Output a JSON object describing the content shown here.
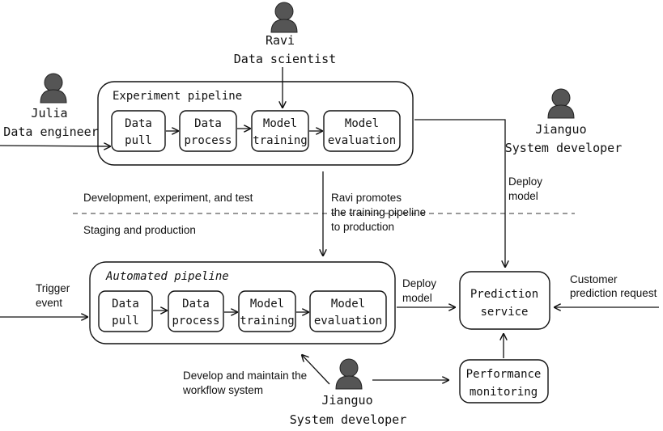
{
  "people": {
    "top": {
      "name": "Ravi",
      "role": "Data scientist"
    },
    "left": {
      "name": "Julia",
      "role": "Data engineer"
    },
    "right": {
      "name": "Jianguo",
      "role": "System developer"
    },
    "bottom": {
      "name": "Jianguo",
      "role": "System developer"
    }
  },
  "experiment_pipeline": {
    "title": "Experiment pipeline",
    "steps": [
      [
        "Data",
        "pull"
      ],
      [
        "Data",
        "process"
      ],
      [
        "Model",
        "training"
      ],
      [
        "Model",
        "evaluation"
      ]
    ]
  },
  "automated_pipeline": {
    "title": "Automated pipeline",
    "steps": [
      [
        "Data",
        "pull"
      ],
      [
        "Data",
        "process"
      ],
      [
        "Model",
        "training"
      ],
      [
        "Model",
        "evaluation"
      ]
    ]
  },
  "labels": {
    "dev_zone": "Development, experiment, and test",
    "prod_zone": "Staging and production",
    "promote": [
      "Ravi promotes",
      "the training pipeline",
      "to production"
    ],
    "deploy_model_top": [
      "Deploy",
      "model"
    ],
    "deploy_model_bottom": [
      "Deploy",
      "model"
    ],
    "trigger": [
      "Trigger",
      "event"
    ],
    "customer": [
      "Customer",
      "prediction request"
    ],
    "develop_maintain": [
      "Develop and maintain the",
      "workflow system"
    ]
  },
  "prediction_service": [
    "Prediction",
    "service"
  ],
  "performance_monitoring": [
    "Performance",
    "monitoring"
  ]
}
